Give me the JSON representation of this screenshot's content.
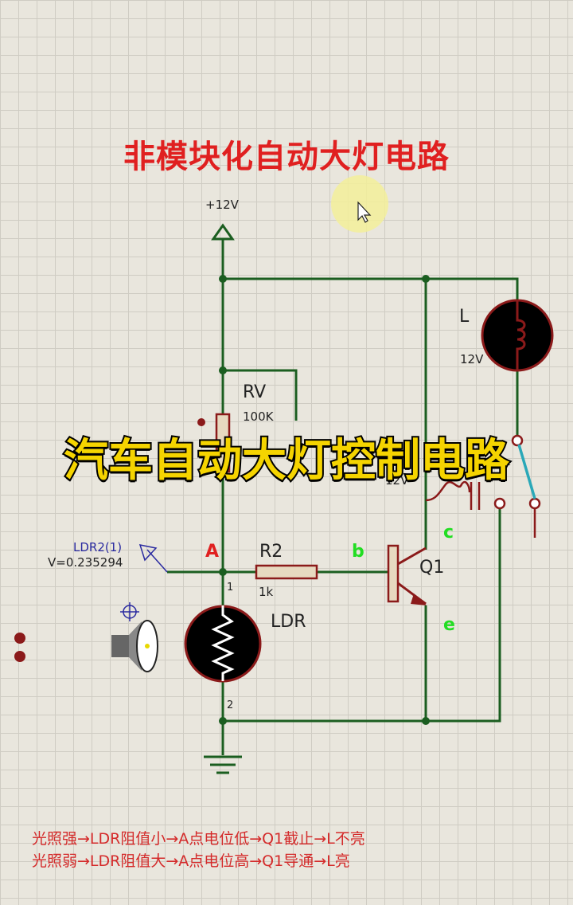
{
  "title": "非模块化自动大灯电路",
  "banner": "汽车自动大灯控制电路",
  "supply": "+12V",
  "components": {
    "lamp": {
      "name": "L",
      "value": "12V"
    },
    "pot": {
      "name": "RV",
      "value": "100K"
    },
    "relay_value": "12V",
    "resistor": {
      "name": "R2",
      "value": "1k"
    },
    "transistor": {
      "name": "Q1"
    },
    "ldr": {
      "name": "LDR"
    }
  },
  "nodes": {
    "a": "A",
    "b": "b",
    "c": "c",
    "e": "e"
  },
  "pins": {
    "p1": "1",
    "p2": "2"
  },
  "probe": {
    "name": "LDR2(1)",
    "reading": "V=0.235294"
  },
  "description": [
    "光照强→LDR阻值小→A点电位低→Q1截止→L不亮",
    "光照弱→LDR阻值大→A点电位高→Q1导通→L亮"
  ],
  "colors": {
    "wire": "#1b5e20",
    "component": "#8b1a1a",
    "title": "#e02020",
    "node_label": "#22dd22",
    "banner": "#f5d400"
  }
}
